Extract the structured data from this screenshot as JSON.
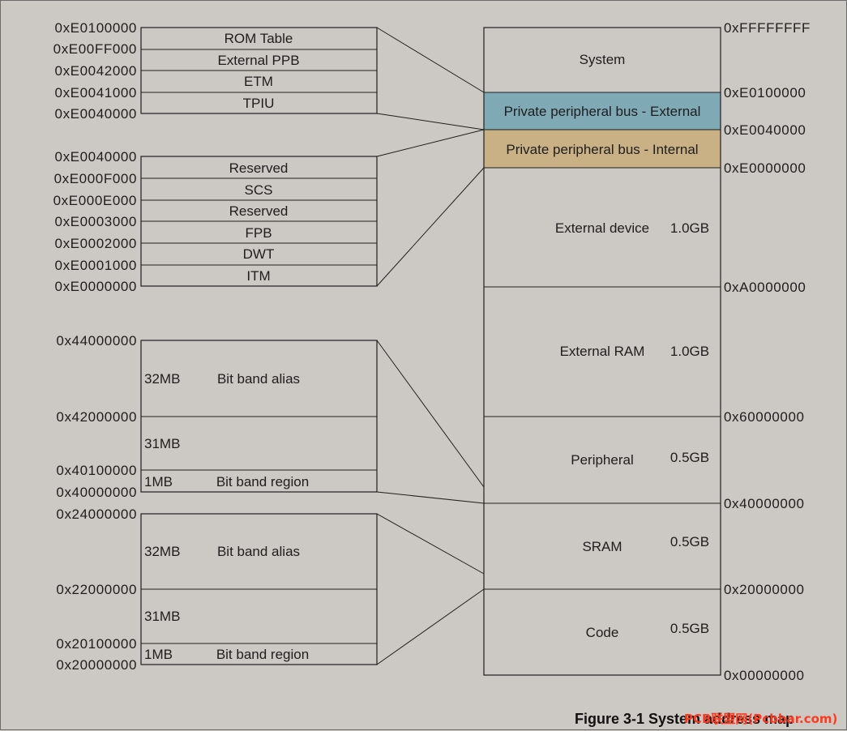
{
  "caption": "Figure 3-1 System address map",
  "watermark": "PCB联盟网(Pcbbar.com)",
  "main_map": {
    "boundaries": [
      "0xFFFFFFFF",
      "0xE0100000",
      "0xE0040000",
      "0xE0000000",
      "0xA0000000",
      "0x60000000",
      "0x40000000",
      "0x20000000",
      "0x00000000"
    ],
    "regions": [
      {
        "name": "System",
        "size": "",
        "color": "#ccc8c3"
      },
      {
        "name": "Private peripheral bus - External",
        "size": "",
        "color": "#7fa9b5"
      },
      {
        "name": "Private peripheral bus - Internal",
        "size": "",
        "color": "#c9b185"
      },
      {
        "name": "External device",
        "size": "1.0GB",
        "color": "#ccc8c3"
      },
      {
        "name": "External RAM",
        "size": "1.0GB",
        "color": "#ccc8c3"
      },
      {
        "name": "Peripheral",
        "size": "0.5GB",
        "color": "#ccc8c3"
      },
      {
        "name": "SRAM",
        "size": "0.5GB",
        "color": "#ccc8c3"
      },
      {
        "name": "Code",
        "size": "0.5GB",
        "color": "#ccc8c3"
      }
    ]
  },
  "ppb_external": {
    "addresses": [
      "0xE0100000",
      "0xE00FF000",
      "0xE0042000",
      "0xE0041000",
      "0xE0040000"
    ],
    "rows": [
      "ROM Table",
      "External PPB",
      "ETM",
      "TPIU"
    ]
  },
  "ppb_internal": {
    "addresses": [
      "0xE0040000",
      "0xE000F000",
      "0xE000E000",
      "0xE0003000",
      "0xE0002000",
      "0xE0001000",
      "0xE0000000"
    ],
    "rows": [
      "Reserved",
      "SCS",
      "Reserved",
      "FPB",
      "DWT",
      "ITM"
    ]
  },
  "peripheral_bitband": {
    "addresses": [
      "0x44000000",
      "0x42000000",
      "0x40100000",
      "0x40000000"
    ],
    "rows": [
      {
        "size": "32MB",
        "label": "Bit band alias"
      },
      {
        "size": "31MB",
        "label": ""
      },
      {
        "size": "1MB",
        "label": "Bit band region"
      }
    ]
  },
  "sram_bitband": {
    "addresses": [
      "0x24000000",
      "0x22000000",
      "0x20100000",
      "0x20000000"
    ],
    "rows": [
      {
        "size": "32MB",
        "label": "Bit band alias"
      },
      {
        "size": "31MB",
        "label": ""
      },
      {
        "size": "1MB",
        "label": "Bit band region"
      }
    ]
  }
}
